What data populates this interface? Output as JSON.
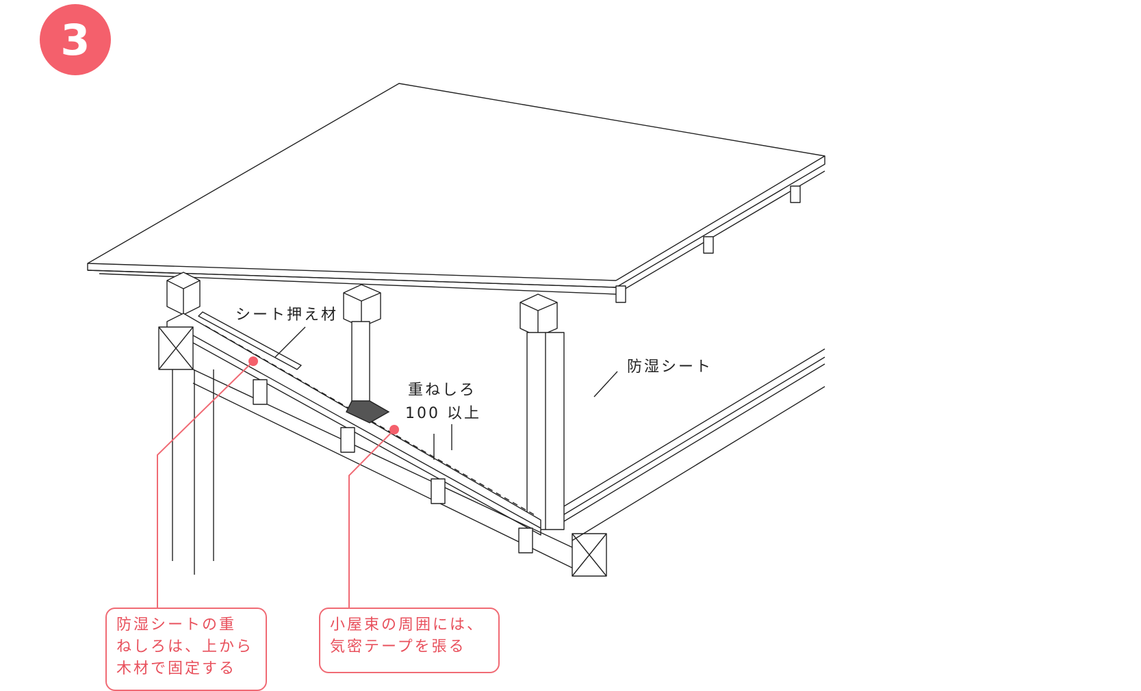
{
  "step_number": "3",
  "labels": {
    "sheet_holder": "シート押え材",
    "vapor_barrier": "防湿シート",
    "overlap_line1": "重ねしろ",
    "overlap_line2": "100 以上"
  },
  "notes": {
    "left": [
      "防湿シートの重",
      "ねしろは、上から",
      "木材で固定する"
    ],
    "right": [
      "小屋束の周囲には、",
      "気密テープを張る"
    ]
  },
  "colors": {
    "accent": "#f4606c",
    "line": "#222222",
    "tape": "#555555"
  }
}
